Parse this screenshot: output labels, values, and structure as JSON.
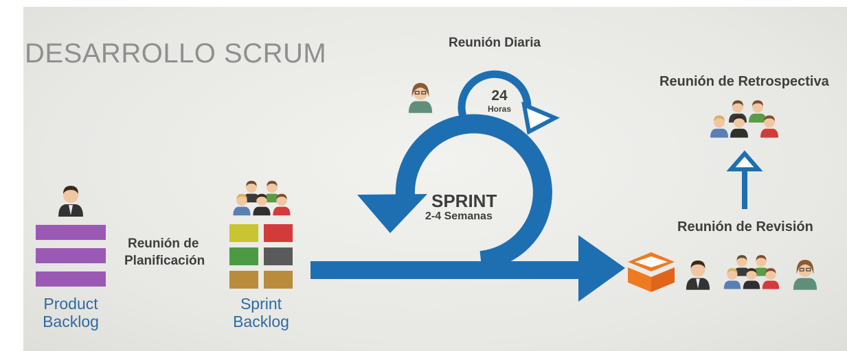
{
  "title": "DESARROLLO SCRUM",
  "daily_meeting": {
    "label": "Reunión Diaria",
    "hours_value": "24",
    "hours_unit": "Horas"
  },
  "sprint": {
    "label": "SPRINT",
    "duration": "2-4 Semanas"
  },
  "planning": {
    "line1": "Reunión de",
    "line2": "Planificación"
  },
  "product_backlog": {
    "line1": "Product",
    "line2": "Backlog"
  },
  "sprint_backlog": {
    "line1": "Sprint",
    "line2": "Backlog"
  },
  "review": {
    "label": "Reunión de Revisión"
  },
  "retrospective": {
    "label": "Reunión de Retrospectiva"
  },
  "colors": {
    "arrow_blue": "#1e6fb1",
    "backlog_purple": "#9b59b6",
    "label_blue": "#2f6aa3",
    "box_orange": "#ee7a22",
    "sprint_backlog_cells": [
      "#c9c431",
      "#d33a3a",
      "#4c9a43",
      "#5a5a5a",
      "#b98b3a",
      "#b98b3a"
    ]
  }
}
